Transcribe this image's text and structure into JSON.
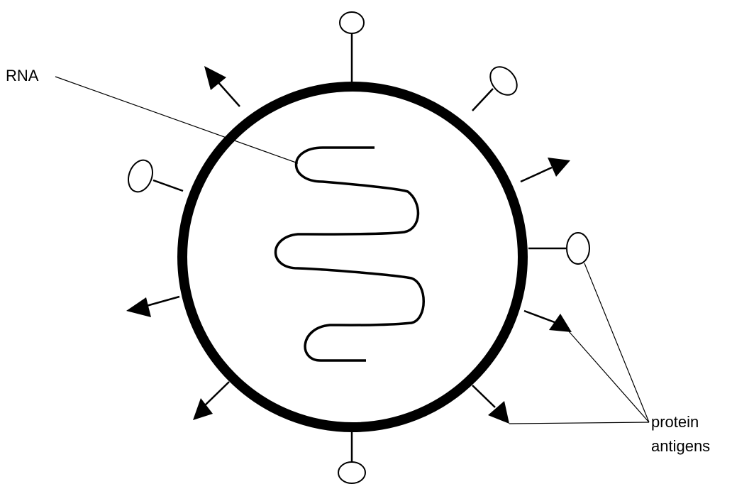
{
  "diagram": {
    "labels": {
      "rna": "RNA",
      "protein_line1": "protein",
      "protein_line2": "antigens"
    },
    "colors": {
      "stroke": "#000000",
      "background": "#ffffff"
    },
    "icons": {
      "round_antigen": "ellipse-icon",
      "arrow_antigen": "triangle-icon"
    }
  }
}
